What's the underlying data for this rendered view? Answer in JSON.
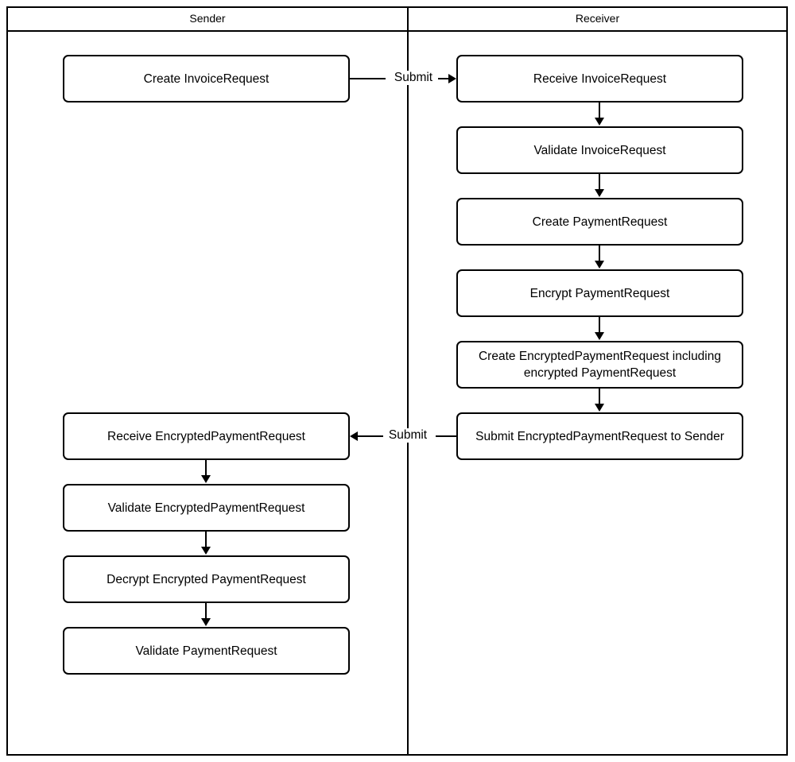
{
  "diagram": {
    "type": "swimlane-flowchart",
    "lanes": [
      {
        "id": "sender",
        "title": "Sender"
      },
      {
        "id": "receiver",
        "title": "Receiver"
      }
    ],
    "nodes": [
      {
        "id": "n1",
        "lane": "sender",
        "label": "Create InvoiceRequest"
      },
      {
        "id": "n2",
        "lane": "receiver",
        "label": "Receive InvoiceRequest"
      },
      {
        "id": "n3",
        "lane": "receiver",
        "label": "Validate InvoiceRequest"
      },
      {
        "id": "n4",
        "lane": "receiver",
        "label": "Create PaymentRequest"
      },
      {
        "id": "n5",
        "lane": "receiver",
        "label": "Encrypt PaymentRequest"
      },
      {
        "id": "n6",
        "lane": "receiver",
        "label_line1": "Create EncryptedPaymentRequest including",
        "label_line2": "encrypted PaymentRequest"
      },
      {
        "id": "n7",
        "lane": "receiver",
        "label": "Submit EncryptedPaymentRequest to Sender"
      },
      {
        "id": "n8",
        "lane": "sender",
        "label": "Receive EncryptedPaymentRequest"
      },
      {
        "id": "n9",
        "lane": "sender",
        "label": "Validate EncryptedPaymentRequest"
      },
      {
        "id": "n10",
        "lane": "sender",
        "label": "Decrypt Encrypted PaymentRequest"
      },
      {
        "id": "n11",
        "lane": "sender",
        "label": "Validate PaymentRequest"
      }
    ],
    "edges": [
      {
        "id": "e1",
        "from": "n1",
        "to": "n2",
        "label": "Submit",
        "direction": "right"
      },
      {
        "id": "e2",
        "from": "n2",
        "to": "n3",
        "label": "",
        "direction": "down"
      },
      {
        "id": "e3",
        "from": "n3",
        "to": "n4",
        "label": "",
        "direction": "down"
      },
      {
        "id": "e4",
        "from": "n4",
        "to": "n5",
        "label": "",
        "direction": "down"
      },
      {
        "id": "e5",
        "from": "n5",
        "to": "n6",
        "label": "",
        "direction": "down"
      },
      {
        "id": "e6",
        "from": "n6",
        "to": "n7",
        "label": "",
        "direction": "down"
      },
      {
        "id": "e7",
        "from": "n7",
        "to": "n8",
        "label": "Submit",
        "direction": "left"
      },
      {
        "id": "e8",
        "from": "n8",
        "to": "n9",
        "label": "",
        "direction": "down"
      },
      {
        "id": "e9",
        "from": "n9",
        "to": "n10",
        "label": "",
        "direction": "down"
      },
      {
        "id": "e10",
        "from": "n10",
        "to": "n11",
        "label": "",
        "direction": "down"
      }
    ],
    "colors": {
      "stroke": "#000000",
      "fill": "#ffffff",
      "text": "#000000"
    }
  }
}
